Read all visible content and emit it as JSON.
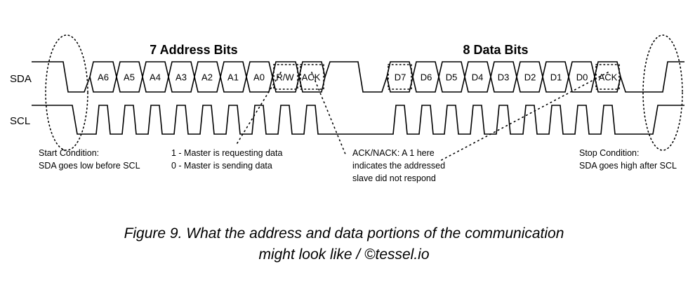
{
  "headers": {
    "address": "7 Address Bits",
    "data": "8 Data Bits"
  },
  "signals": {
    "sda": "SDA",
    "scl": "SCL"
  },
  "address_bits": [
    "A6",
    "A5",
    "A4",
    "A3",
    "A2",
    "A1",
    "A0",
    "R/W",
    "ACK"
  ],
  "data_bits": [
    "D7",
    "D6",
    "D5",
    "D4",
    "D3",
    "D2",
    "D1",
    "D0",
    "ACK"
  ],
  "annotations": {
    "start": [
      "Start Condition:",
      "SDA goes low before SCL"
    ],
    "rw": [
      "1 - Master is requesting data",
      "0 - Master is sending data"
    ],
    "ack": [
      "ACK/NACK: A 1 here",
      "indicates the addressed",
      "slave did not respond"
    ],
    "stop": [
      "Stop Condition:",
      "SDA goes high after SCL"
    ]
  },
  "caption": {
    "line1": "Figure 9. What the address and data portions of the communication",
    "line2": "might look like / ©tessel.io"
  }
}
